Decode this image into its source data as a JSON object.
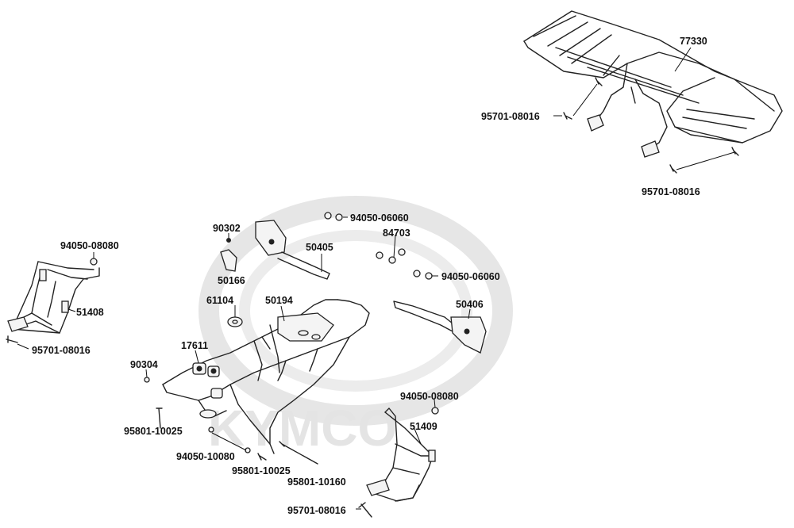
{
  "watermark": {
    "brand": "KYMCO"
  },
  "parts": [
    {
      "id": "p-77330",
      "number": "77330"
    },
    {
      "id": "p-95701-a",
      "number": "95701-08016"
    },
    {
      "id": "p-95701-b",
      "number": "95701-08016"
    },
    {
      "id": "p-94050-06060-a",
      "number": "94050-06060"
    },
    {
      "id": "p-84703",
      "number": "84703"
    },
    {
      "id": "p-94050-06060-b",
      "number": "94050-06060"
    },
    {
      "id": "p-90302",
      "number": "90302"
    },
    {
      "id": "p-50405",
      "number": "50405"
    },
    {
      "id": "p-50166",
      "number": "50166"
    },
    {
      "id": "p-94050-08080-a",
      "number": "94050-08080"
    },
    {
      "id": "p-51408",
      "number": "51408"
    },
    {
      "id": "p-95701-c",
      "number": "95701-08016"
    },
    {
      "id": "p-61104",
      "number": "61104"
    },
    {
      "id": "p-50194",
      "number": "50194"
    },
    {
      "id": "p-50406",
      "number": "50406"
    },
    {
      "id": "p-17611",
      "number": "17611"
    },
    {
      "id": "p-90304",
      "number": "90304"
    },
    {
      "id": "p-94050-08080-b",
      "number": "94050-08080"
    },
    {
      "id": "p-51409",
      "number": "51409"
    },
    {
      "id": "p-95801-10025-a",
      "number": "95801-10025"
    },
    {
      "id": "p-94050-10080",
      "number": "94050-10080"
    },
    {
      "id": "p-95801-10025-b",
      "number": "95801-10025"
    },
    {
      "id": "p-95801-10160",
      "number": "95801-10160"
    },
    {
      "id": "p-95701-d",
      "number": "95701-08016"
    }
  ]
}
